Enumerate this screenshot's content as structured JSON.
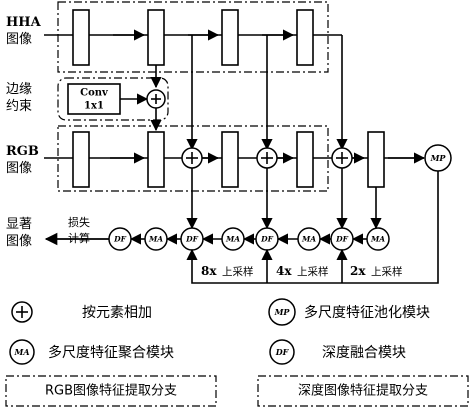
{
  "labels": {
    "hha_line1": "HHA",
    "hha_line2": "图像",
    "edge_line1": "边缘",
    "edge_line2": "约束",
    "rgb_line1": "RGB",
    "rgb_line2": "图像",
    "sal_line1": "显著",
    "sal_line2": "图像",
    "loss_line1": "损失",
    "loss_line2": "计算",
    "conv_line1": "Conv",
    "conv_line2": "1x1"
  },
  "modules": {
    "df": "DF",
    "ma": "MA",
    "mp": "MP"
  },
  "upsample": [
    {
      "factor": "8x",
      "text": "上采样"
    },
    {
      "factor": "4x",
      "text": "上采样"
    },
    {
      "factor": "2x",
      "text": "上采样"
    }
  ],
  "legend": {
    "add": "按元素相加",
    "mp": "多尺度特征池化模块",
    "ma": "多尺度特征聚合模块",
    "df": "深度融合模块",
    "rgb_branch": "RGB图像特征提取分支",
    "depth_branch": "深度图像特征提取分支"
  }
}
